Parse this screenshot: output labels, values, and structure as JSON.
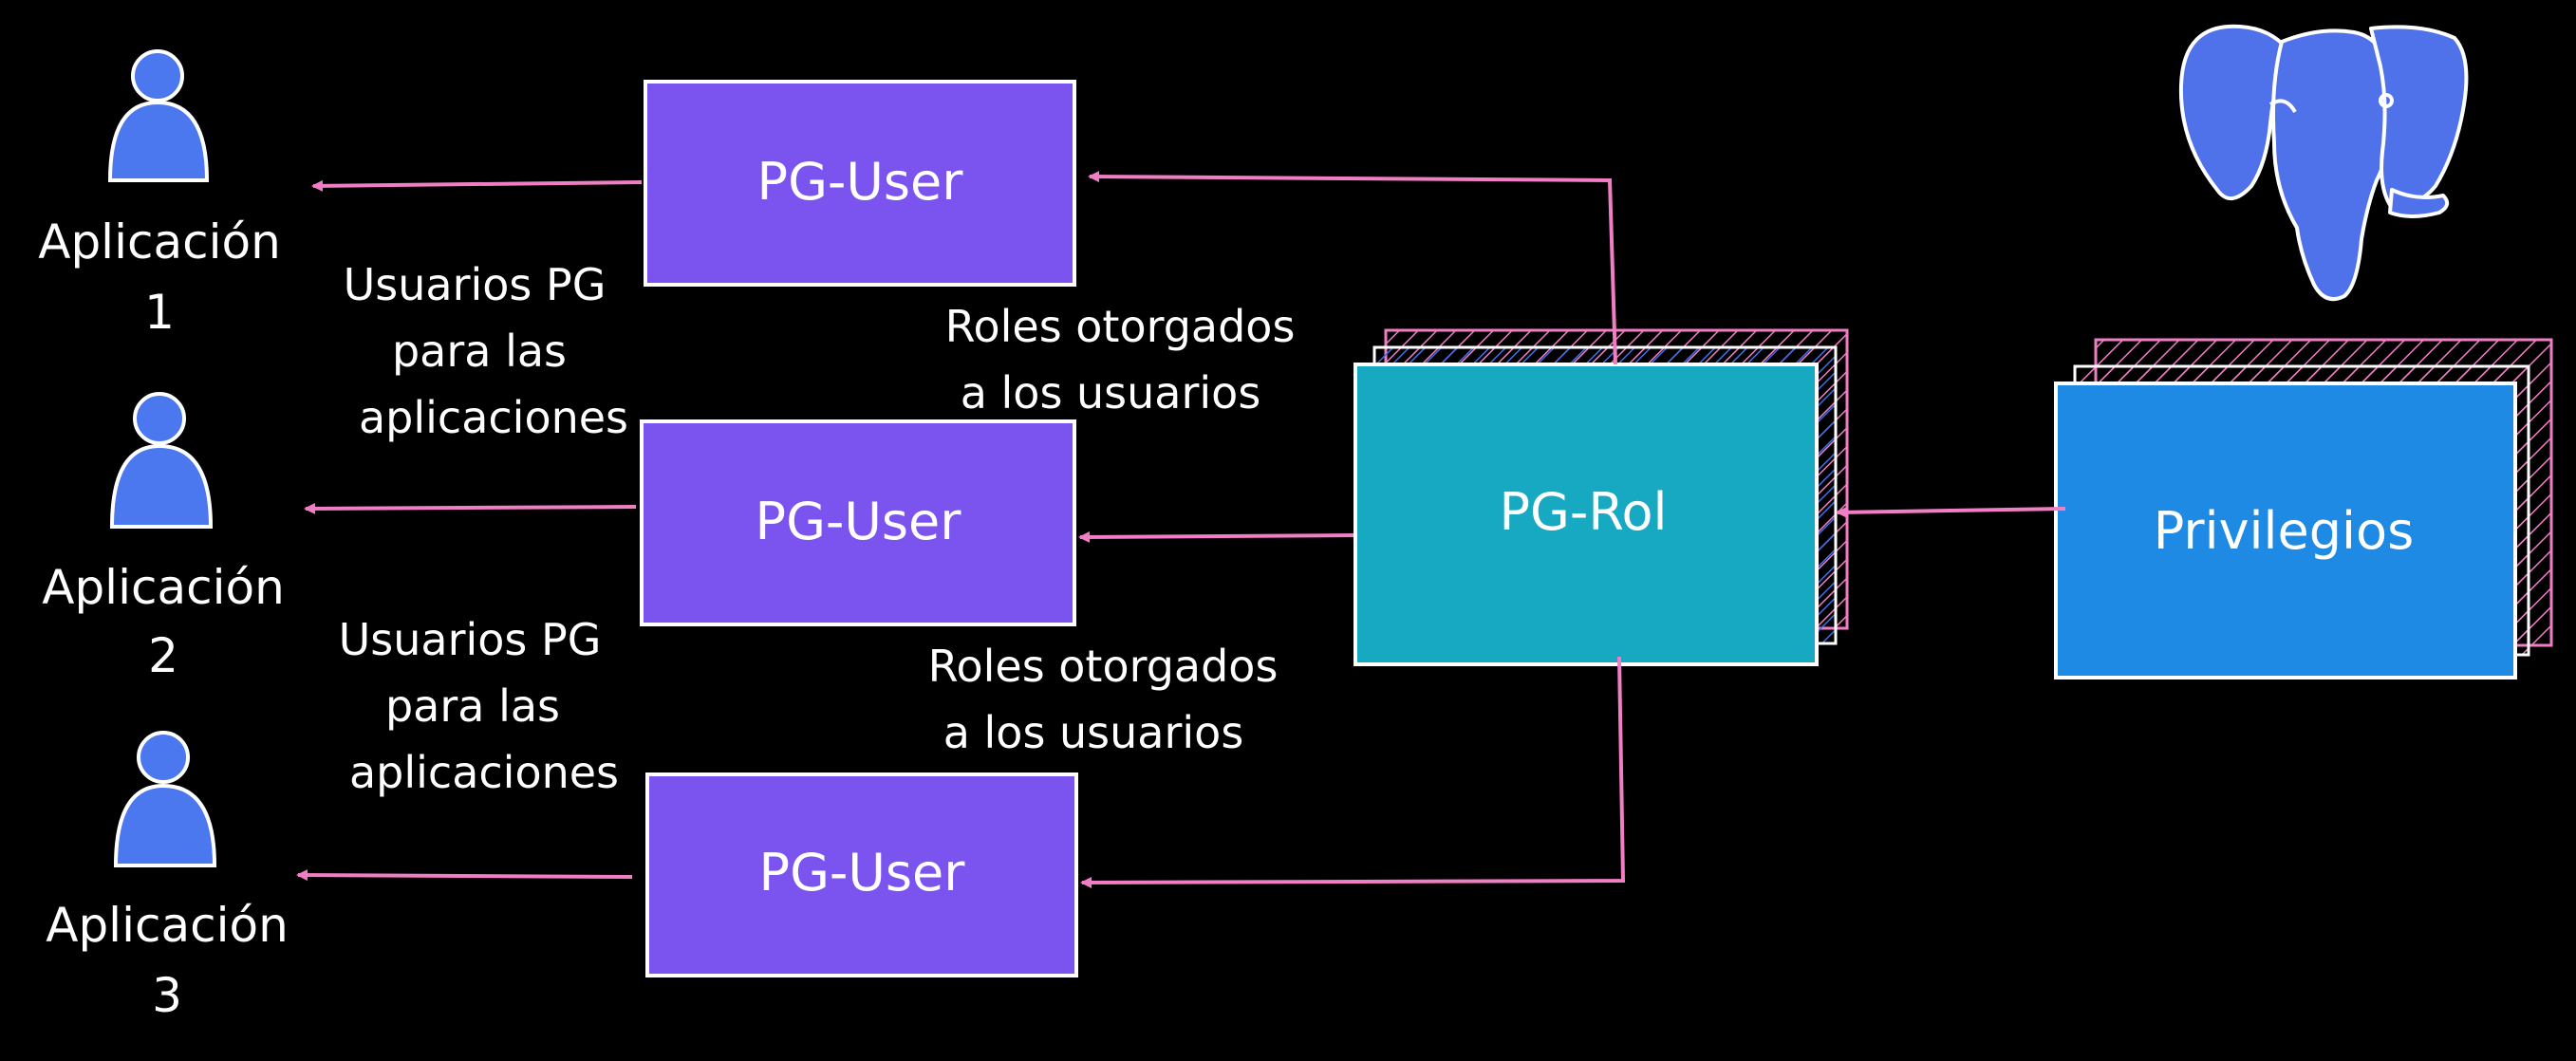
{
  "colors": {
    "background": "#000000",
    "user_box": "#7b53ee",
    "role_box": "#17a9c1",
    "privileges_box": "#1f8ae3",
    "arrow": "#f07ec4",
    "person": "#4b78ef",
    "elephant": "#4f72ea",
    "outline": "#ffffff"
  },
  "applications": [
    {
      "line1": "Aplicación",
      "line2": "1"
    },
    {
      "line1": "Aplicación",
      "line2": "2"
    },
    {
      "line1": "Aplicación",
      "line2": "3"
    }
  ],
  "user_boxes": [
    {
      "label": "PG-User"
    },
    {
      "label": "PG-User"
    },
    {
      "label": "PG-User"
    }
  ],
  "users_note": {
    "line1": "Usuarios PG",
    "line2": "para las",
    "line3": "aplicaciones"
  },
  "roles_note": {
    "line1": "Roles otorgados",
    "line2": "a los usuarios"
  },
  "role_box": {
    "label": "PG-Rol"
  },
  "privileges_box": {
    "label": "Privilegios"
  },
  "logo": {
    "icon": "postgresql-elephant-icon"
  }
}
